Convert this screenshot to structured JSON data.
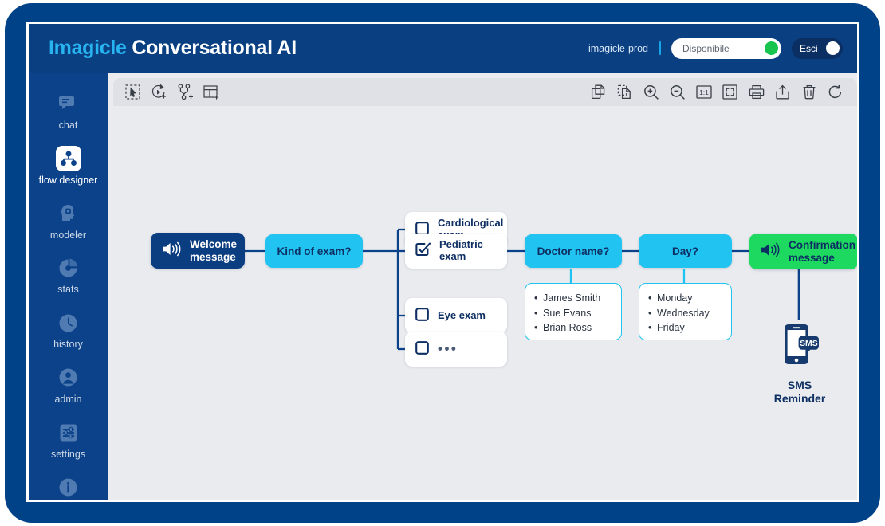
{
  "header": {
    "brand_first": "Imagicle",
    "brand_second": "Conversational AI",
    "tenant": "imagicle-prod",
    "status_label": "Disponibile",
    "status_color": "#16c44e",
    "logout_label": "Esci"
  },
  "sidebar": {
    "items": [
      {
        "label": "chat",
        "icon": "chat-icon",
        "active": false
      },
      {
        "label": "flow designer",
        "icon": "flow-designer-icon",
        "active": true
      },
      {
        "label": "modeler",
        "icon": "modeler-icon",
        "active": false
      },
      {
        "label": "stats",
        "icon": "stats-icon",
        "active": false
      },
      {
        "label": "history",
        "icon": "history-icon",
        "active": false
      },
      {
        "label": "admin",
        "icon": "admin-icon",
        "active": false
      },
      {
        "label": "settings",
        "icon": "settings-icon",
        "active": false
      },
      {
        "label": "about",
        "icon": "about-icon",
        "active": false
      }
    ]
  },
  "toolbar": {
    "left_tools": [
      {
        "name": "select-tool-icon",
        "title": "Select"
      },
      {
        "name": "add-node-icon",
        "title": "Add node"
      },
      {
        "name": "add-branch-icon",
        "title": "Add branch"
      },
      {
        "name": "add-panel-icon",
        "title": "Add panel"
      }
    ],
    "right_tools": [
      {
        "name": "copy-icon",
        "title": "Copy"
      },
      {
        "name": "paste-icon",
        "title": "Paste"
      },
      {
        "name": "zoom-in-icon",
        "title": "Zoom in"
      },
      {
        "name": "zoom-out-icon",
        "title": "Zoom out"
      },
      {
        "name": "zoom-actual-size-icon",
        "title": "1:1",
        "label": "1:1"
      },
      {
        "name": "fit-to-screen-icon",
        "title": "Fit to screen"
      },
      {
        "name": "print-icon",
        "title": "Print"
      },
      {
        "name": "export-icon",
        "title": "Export"
      },
      {
        "name": "delete-icon",
        "title": "Delete"
      },
      {
        "name": "refresh-icon",
        "title": "Refresh"
      }
    ]
  },
  "flow": {
    "welcome": {
      "line1": "Welcome",
      "line2": "message"
    },
    "question_kind": "Kind of exam?",
    "options": [
      {
        "label_line1": "Cardiological",
        "label_line2": "exam",
        "checked": false
      },
      {
        "label_line1": "Pediatric exam",
        "label_line2": "",
        "checked": true
      },
      {
        "label_line1": "Eye exam",
        "label_line2": "",
        "checked": false
      },
      {
        "label_line1": "",
        "label_line2": "",
        "checked": false,
        "ellipsis": "•••"
      }
    ],
    "doctor": {
      "title": "Doctor name?",
      "items": [
        "James Smith",
        "Sue Evans",
        "Brian Ross"
      ]
    },
    "day": {
      "title": "Day?",
      "items": [
        "Monday",
        "Wednesday",
        "Friday"
      ]
    },
    "confirmation": {
      "line1": "Confirmation",
      "line2": "message"
    },
    "sms": {
      "badge": "SMS",
      "caption_line1": "SMS",
      "caption_line2": "Reminder"
    }
  },
  "colors": {
    "brand_blue": "#0a3f82",
    "accent_cyan": "#21c3f0",
    "node_dark": "#0b3e80",
    "node_green": "#1ed95f",
    "canvas_bg": "#e9ebef",
    "link": "#0b4289"
  }
}
